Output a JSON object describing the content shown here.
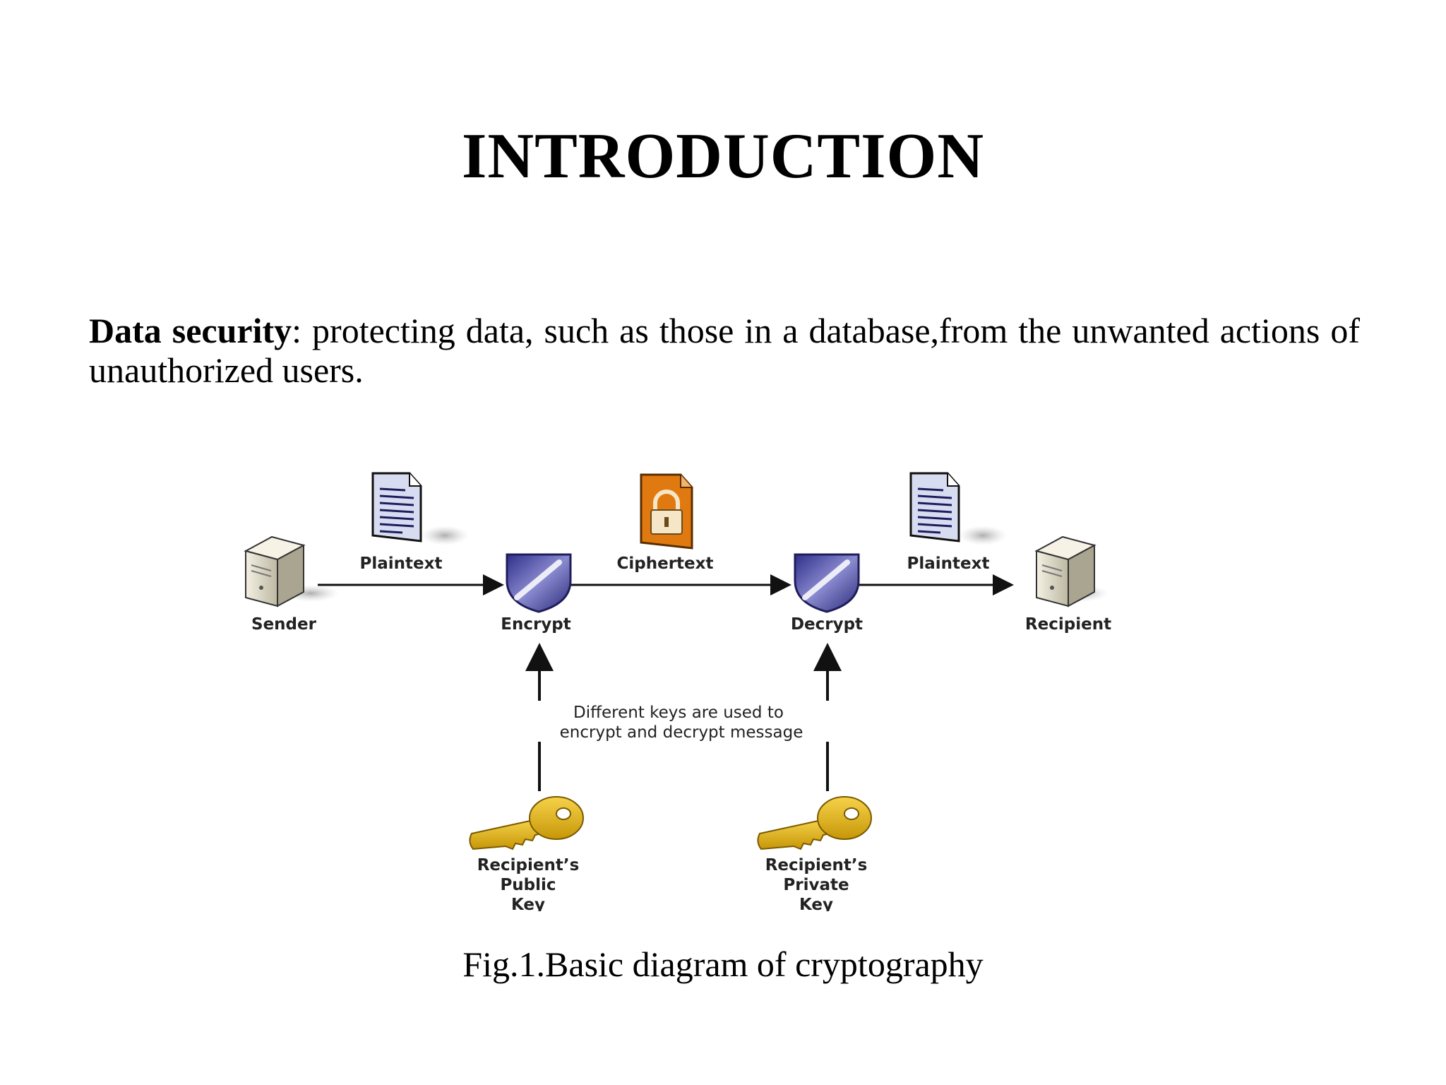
{
  "slide": {
    "title": "INTRODUCTION",
    "paragraph": {
      "term": "Data security",
      "text": ": protecting data, such as those in a database,from the unwanted actions of unauthorized users."
    },
    "caption": "Fig.1.Basic diagram of cryptography"
  },
  "diagram": {
    "sender": {
      "label": "Sender",
      "icon": "server-icon"
    },
    "plaintext_in": {
      "label": "Plaintext",
      "icon": "document-icon"
    },
    "encrypt": {
      "label": "Encrypt",
      "icon": "shield-icon"
    },
    "ciphertext": {
      "label": "Ciphertext",
      "icon": "locked-document-icon"
    },
    "decrypt": {
      "label": "Decrypt",
      "icon": "shield-icon"
    },
    "plaintext_out": {
      "label": "Plaintext",
      "icon": "document-icon"
    },
    "recipient": {
      "label": "Recipient",
      "icon": "server-icon"
    },
    "note": {
      "line1": "Different keys are used to",
      "line2": "encrypt and decrypt message"
    },
    "public_key": {
      "icon": "key-icon",
      "line1": "Recipient’s",
      "line2": "Public",
      "line3": "Key"
    },
    "private_key": {
      "icon": "key-icon",
      "line1": "Recipient’s",
      "line2": "Private",
      "line3": "Key"
    },
    "colors": {
      "shield": "#4a4aa0",
      "lock_doc": "#e07a10",
      "key": "#e8b80c",
      "server": "#e9e5d2",
      "line": "#111111"
    }
  }
}
